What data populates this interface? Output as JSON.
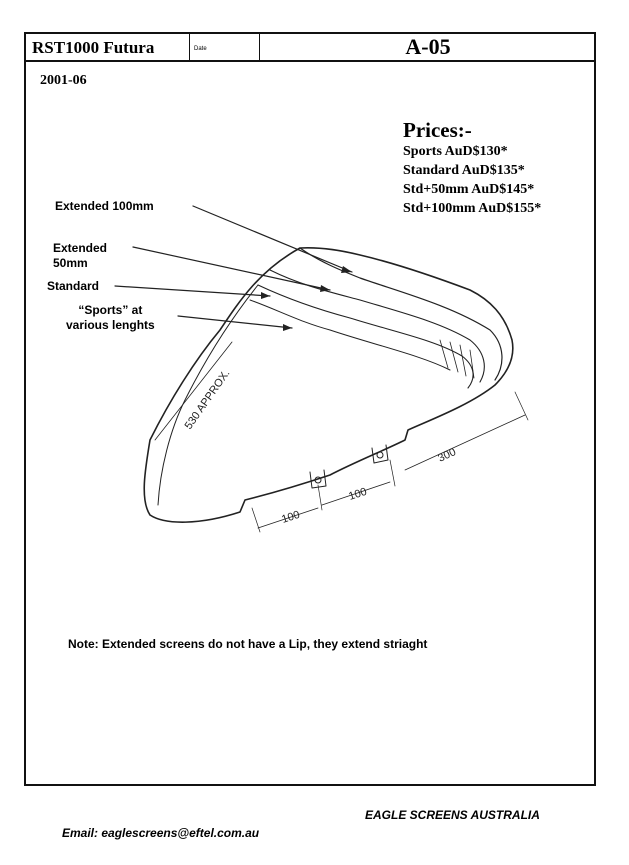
{
  "header": {
    "model": "RST1000 Futura",
    "date_label": "Date",
    "code": "A-05"
  },
  "year": "2001-06",
  "prices": {
    "title": "Prices:-",
    "items": [
      "Sports AuD$130*",
      "Standard AuD$135*",
      "Std+50mm AuD$145*",
      "Std+100mm AuD$155*"
    ]
  },
  "callouts": {
    "extended_100": "Extended 100mm",
    "extended_50_line1": "Extended",
    "extended_50_line2": "50mm",
    "standard": "Standard",
    "sports_line1": "“Sports” at",
    "sports_line2": "various lenghts"
  },
  "dimensions": {
    "height": "530 APPROX.",
    "base_left": "100",
    "base_mid": "100",
    "base_right": "300"
  },
  "note": "Note: Extended screens do not have a Lip, they extend striaght",
  "footer": {
    "company": "EAGLE SCREENS AUSTRALIA",
    "email": "Email: eaglescreens@eftel.com.au"
  }
}
